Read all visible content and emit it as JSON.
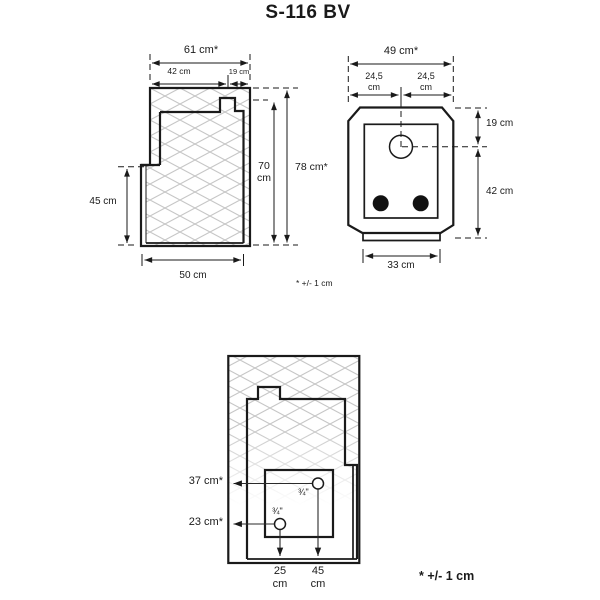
{
  "title": "S-116 BV",
  "notes": {
    "tolerance_top": "* +/- 1 cm",
    "tolerance_bottom": "* +/- 1 cm"
  },
  "colors": {
    "line": "#1a1a1a",
    "hatch": "#c6c6c6",
    "background": "#ffffff"
  },
  "side_view": {
    "width_total": "61 cm*",
    "width_body": "42 cm",
    "width_flue_section": "19 cm",
    "height_front": "45 cm",
    "height_body": "70\ncm",
    "height_total": "78 cm*",
    "depth_bottom": "50 cm"
  },
  "front_view": {
    "width_total": "49 cm*",
    "width_half_left": "24,5\ncm",
    "width_half_right": "24,5\ncm",
    "flue_center_from_top": "19 cm",
    "flue_center_to_floor": "42 cm",
    "base_width": "33 cm"
  },
  "rear_view": {
    "upper_connection_height": "37 cm*",
    "lower_connection_height": "23 cm*",
    "upper_connection_thread": "¾\"",
    "lower_connection_thread": "¾\"",
    "lower_connection_offset": "25\ncm",
    "upper_connection_offset": "45\ncm"
  }
}
